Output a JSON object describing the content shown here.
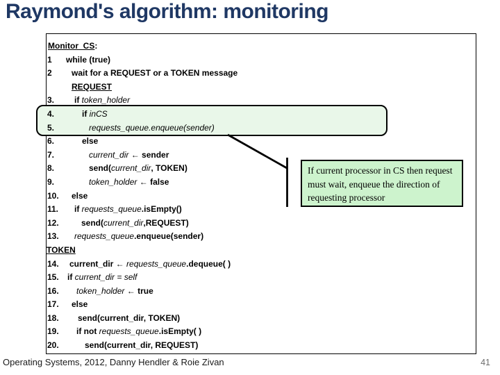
{
  "title": "Raymond's algorithm: monitoring",
  "colors": {
    "title_navy": "#1f3864",
    "highlight_green": "#e9f7e9",
    "callout_green": "#cdf3cd",
    "page_number_gray": "#6d6d6d"
  },
  "code": {
    "highlighted_line_numbers": [
      "4",
      "5"
    ],
    "lines": [
      {
        "num": "",
        "ind": 3,
        "segs": [
          [
            "Monitor_CS",
            "bu"
          ],
          [
            ":",
            "b"
          ]
        ]
      },
      {
        "num": "1",
        "ind": 29,
        "segs": [
          [
            "while (true)",
            "b"
          ]
        ]
      },
      {
        "num": "2",
        "ind": 37,
        "segs": [
          [
            "wait for a REQUEST or a TOKEN message",
            "b"
          ]
        ]
      },
      {
        "num": "",
        "ind": 37,
        "segs": [
          [
            "REQUEST",
            "bu"
          ]
        ]
      },
      {
        "num": "3.",
        "ind": 41,
        "segs": [
          [
            "if ",
            "b"
          ],
          [
            "token_holder",
            "i"
          ]
        ]
      },
      {
        "num": "4.",
        "ind": 52,
        "segs": [
          [
            "if ",
            "b"
          ],
          [
            "inCS",
            "i"
          ]
        ]
      },
      {
        "num": "5.",
        "ind": 62,
        "segs": [
          [
            "requests_queue.enqueue(sender)",
            "i"
          ]
        ]
      },
      {
        "num": "6.",
        "ind": 52,
        "segs": [
          [
            "else",
            "b"
          ]
        ]
      },
      {
        "num": "7.",
        "ind": 62,
        "segs": [
          [
            "current_dir ",
            "i"
          ],
          [
            "← sender",
            "b"
          ]
        ]
      },
      {
        "num": "8.",
        "ind": 62,
        "segs": [
          [
            "send(",
            "b"
          ],
          [
            "current_dir",
            "i"
          ],
          [
            ", TOKEN)",
            "b"
          ]
        ]
      },
      {
        "num": "9.",
        "ind": 62,
        "segs": [
          [
            "token_holder ",
            "i"
          ],
          [
            "← false",
            "b"
          ]
        ]
      },
      {
        "num": "10.",
        "ind": 37,
        "segs": [
          [
            "else",
            "b"
          ]
        ]
      },
      {
        "num": "11.",
        "ind": 41,
        "segs": [
          [
            "if ",
            "b"
          ],
          [
            "requests_queue",
            "i"
          ],
          [
            ".isEmpty()",
            "b"
          ]
        ]
      },
      {
        "num": "12.",
        "ind": 51,
        "segs": [
          [
            "send(",
            "b"
          ],
          [
            "current_dir",
            "i"
          ],
          [
            ",REQUEST)",
            "b"
          ]
        ]
      },
      {
        "num": "13.",
        "ind": 41,
        "segs": [
          [
            "requests_queue",
            "i"
          ],
          [
            ".enqueue(sender)",
            "b"
          ]
        ]
      },
      {
        "num": "",
        "ind": 1,
        "segs": [
          [
            "TOKEN",
            "bu"
          ]
        ]
      },
      {
        "num": "14.",
        "ind": 34,
        "segs": [
          [
            "current_dir ← ",
            "b"
          ],
          [
            "requests_queue",
            "i"
          ],
          [
            ".dequeue( )",
            "b"
          ]
        ]
      },
      {
        "num": "15.",
        "ind": 31,
        "segs": [
          [
            "if ",
            "b"
          ],
          [
            "current_dir = self",
            "i"
          ]
        ]
      },
      {
        "num": "16.",
        "ind": 44,
        "segs": [
          [
            "token_holder ",
            "i"
          ],
          [
            "← true",
            "b"
          ]
        ]
      },
      {
        "num": "17.",
        "ind": 37,
        "segs": [
          [
            "else",
            "b"
          ]
        ]
      },
      {
        "num": "18.",
        "ind": 46,
        "segs": [
          [
            "send(current_dir, TOKEN)",
            "b"
          ]
        ]
      },
      {
        "num": "19.",
        "ind": 44,
        "segs": [
          [
            "if not ",
            "b"
          ],
          [
            "requests_queue",
            "i"
          ],
          [
            ".isEmpty( )",
            "b"
          ]
        ]
      },
      {
        "num": "20.",
        "ind": 56,
        "segs": [
          [
            "send(current_dir, REQUEST)",
            "b"
          ]
        ]
      }
    ]
  },
  "callout": {
    "text": "If current processor in CS then request must wait, enqueue the direction of requesting processor"
  },
  "footer": {
    "credit": "Operating Systems, 2012, Danny Hendler & Roie Zivan",
    "page": "41"
  }
}
